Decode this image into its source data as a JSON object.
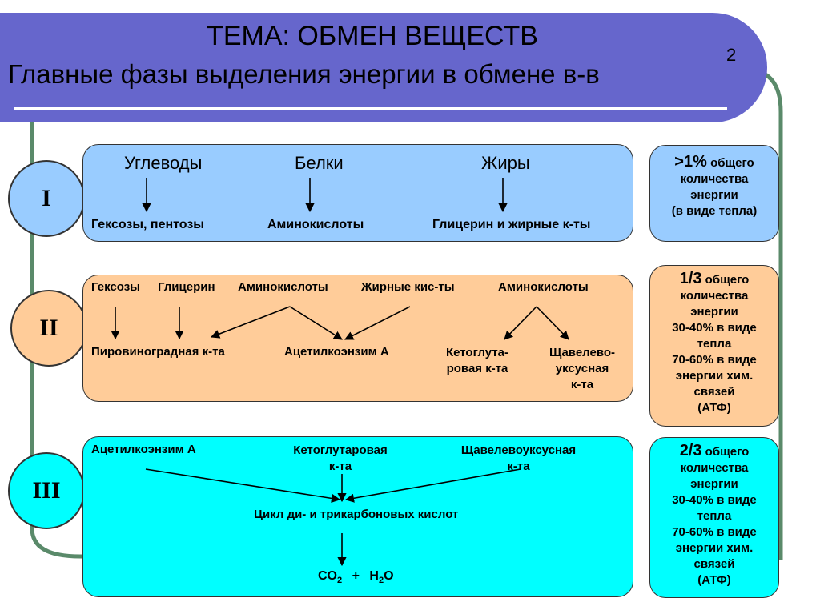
{
  "header": {
    "title": "ТЕМА: ОБМЕН ВЕЩЕСТВ",
    "subtitle": "Главные фазы выделения энергии в обмене в-в",
    "page_number": "2"
  },
  "colors": {
    "header_bg": "#6666cc",
    "frame_line": "#5a8a6a",
    "phase1_bg": "#99ccff",
    "phase2_bg": "#ffcc99",
    "phase3_bg": "#00ffff"
  },
  "phase1": {
    "label": "I",
    "sources": [
      "Углеводы",
      "Белки",
      "Жиры"
    ],
    "products": [
      "Гексозы, пентозы",
      "Аминокислоты",
      "Глицерин и жирные к-ты"
    ],
    "energy": {
      "pct": ">1%",
      "rest": "общего",
      "lines": [
        "количества",
        "энергии",
        "(в виде тепла)"
      ]
    }
  },
  "phase2": {
    "label": "II",
    "sources": [
      "Гексозы",
      "Глицерин",
      "Аминокислоты",
      "Жирные кис-ты",
      "Аминокислоты"
    ],
    "products": {
      "pyruvate": "Пировиноградная к-та",
      "acetyl": "Ацетилкоэнзим А",
      "keto": [
        "Кетоглута-",
        "ровая к-та"
      ],
      "oxalo": [
        "Щавелево-",
        "уксусная",
        "к-та"
      ]
    },
    "energy": {
      "pct": "1/3",
      "rest": "общего",
      "lines": [
        "количества",
        "энергии",
        "30-40% в виде",
        "тепла",
        "70-60% в виде",
        "энергии хим.",
        "связей",
        "(АТФ)"
      ]
    }
  },
  "phase3": {
    "label": "III",
    "sources": {
      "acetyl": "Ацетилкоэнзим А",
      "keto": [
        "Кетоглутаровая",
        "к-та"
      ],
      "oxalo": [
        "Щавелевоуксусная",
        "к-та"
      ]
    },
    "cycle": "Цикл ди- и трикарбоновых кислот",
    "final": {
      "co": "CO",
      "co_sub": "2",
      "plus": "+",
      "h": "H",
      "h_sub": "2",
      "o": "O"
    },
    "energy": {
      "pct": "2/3",
      "rest": "общего",
      "lines": [
        "количества",
        "энергии",
        "30-40% в виде",
        "тепла",
        "70-60% в виде",
        "энергии хим.",
        "связей",
        "(АТФ)"
      ]
    }
  }
}
